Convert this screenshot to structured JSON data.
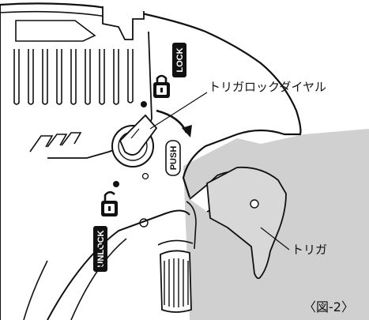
{
  "colors": {
    "line": "#111111",
    "paper": "#ffffff",
    "shade": "#d0d0d0",
    "label_fill": "#111111",
    "label_text": "#ffffff"
  },
  "labels": {
    "lock_badge": "LOCK",
    "push_badge": "PUSH",
    "unlock_badge": "UNLOCK",
    "dial_callout": "トリガロックダイヤル",
    "trigger_callout": "トリガ",
    "figure_caption": "〈図-2〉"
  },
  "icons": {
    "locked_padlock": "padlock-closed-icon",
    "unlocked_padlock": "padlock-open-icon",
    "rotation_arrow": "curved-arrow-icon"
  }
}
